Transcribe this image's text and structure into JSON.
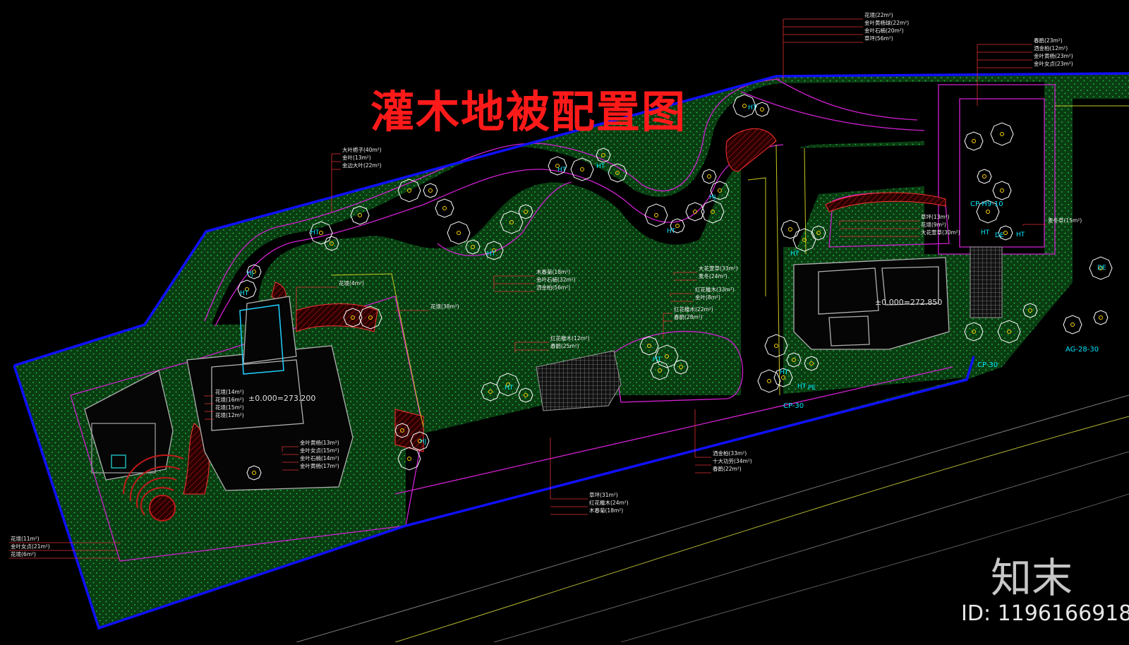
{
  "title": "灌木地被配置图",
  "watermark": {
    "logo": "知末",
    "id": "ID: 1196166918"
  },
  "colors": {
    "background": "#000000",
    "boundary": "#1010ff",
    "lawn_fill": "#0a3d12",
    "lawn_dots": "#22c84a",
    "bed_line": "#d020d0",
    "title": "#ff1a1a",
    "shrub_circle": "#ffffff",
    "shrub_label": "#00e5ff",
    "leader": "#e03030",
    "building": "#b0b0b0"
  },
  "elevations": [
    {
      "id": "house-left",
      "text": "±0.000=273.200"
    },
    {
      "id": "house-right",
      "text": "±0.000=272.850"
    }
  ],
  "plant_codes": [
    {
      "id": "p1",
      "code": "HT"
    },
    {
      "id": "p2",
      "code": "HT"
    },
    {
      "id": "p3",
      "code": "HT"
    },
    {
      "id": "p4",
      "code": "HT"
    },
    {
      "id": "p5",
      "code": "HT"
    },
    {
      "id": "p6",
      "code": "HT"
    },
    {
      "id": "p7",
      "code": "HT"
    },
    {
      "id": "p8",
      "code": "HT"
    },
    {
      "id": "p9",
      "code": "HT"
    },
    {
      "id": "p10",
      "code": "HT"
    },
    {
      "id": "p11",
      "code": "HT"
    },
    {
      "id": "p12",
      "code": "HT"
    },
    {
      "id": "p13",
      "code": "HT"
    },
    {
      "id": "p14",
      "code": "HT"
    },
    {
      "id": "p15",
      "code": "HJ"
    },
    {
      "id": "p16",
      "code": "HJ"
    },
    {
      "id": "p17",
      "code": "HJ"
    },
    {
      "id": "p18",
      "code": "CP-H9-10"
    },
    {
      "id": "p19",
      "code": "CP-30"
    },
    {
      "id": "p20",
      "code": "CP-30"
    },
    {
      "id": "p21",
      "code": "AG-28-30"
    },
    {
      "id": "p22",
      "code": "DE"
    },
    {
      "id": "p23",
      "code": "DE"
    },
    {
      "id": "p24",
      "code": "PE"
    }
  ],
  "area_labels": [
    {
      "id": "a1",
      "lines": [
        "大叶栀子(40m²)",
        "金叶(13m²)",
        "金边大叶(22m²)"
      ]
    },
    {
      "id": "a2",
      "lines": [
        "花境(22m²)",
        "金叶黄杨球(22m²)",
        "金叶石楠(20m²)",
        "草坪(56m²)"
      ]
    },
    {
      "id": "a3",
      "lines": [
        "春鹃(23m²)",
        "洒金柏(12m²)",
        "金叶黄杨(23m²)",
        "金叶女贞(23m²)"
      ]
    },
    {
      "id": "a4",
      "lines": [
        "花境(4m²)"
      ]
    },
    {
      "id": "a5",
      "lines": [
        "花境(38m²)"
      ]
    },
    {
      "id": "a6",
      "lines": [
        "木春菊(18m²)",
        "金叶石楠(32m²)",
        "洒金柏(56m²)"
      ]
    },
    {
      "id": "a7",
      "lines": [
        "大花萱草(33m²)",
        "麦冬(24m²)"
      ]
    },
    {
      "id": "a8",
      "lines": [
        "红花檵木(33m²)",
        "金叶(8m²)"
      ]
    },
    {
      "id": "a9",
      "lines": [
        "红花檵木(22m²)",
        "春鹃(28m²)"
      ]
    },
    {
      "id": "a10",
      "lines": [
        "红花檵木(12m²)",
        "春鹃(25m²)"
      ]
    },
    {
      "id": "a11",
      "lines": [
        "草坪(13m²)",
        "花境(9m²)",
        "大花萱草(30m²)"
      ]
    },
    {
      "id": "a12",
      "lines": [
        "麦冬草(15m²)"
      ]
    },
    {
      "id": "a13",
      "lines": [
        "花境(14m²)",
        "花境(16m²)",
        "花境(15m²)",
        "花境(12m²)"
      ]
    },
    {
      "id": "a14",
      "lines": [
        "金叶黄杨(13m²)",
        "金叶女贞(15m²)",
        "金叶石楠(14m²)",
        "金叶黄杨(17m²)"
      ]
    },
    {
      "id": "a15",
      "lines": [
        "洒金柏(33m²)",
        "十大功劳(34m²)",
        "春鹃(22m²)"
      ]
    },
    {
      "id": "a16",
      "lines": [
        "草坪(31m²)",
        "红花檵木(24m²)",
        "木春菊(18m²)"
      ]
    },
    {
      "id": "a17",
      "lines": [
        "花境(11m²)",
        "金叶女贞(21m²)",
        "花境(6m²)"
      ]
    }
  ]
}
